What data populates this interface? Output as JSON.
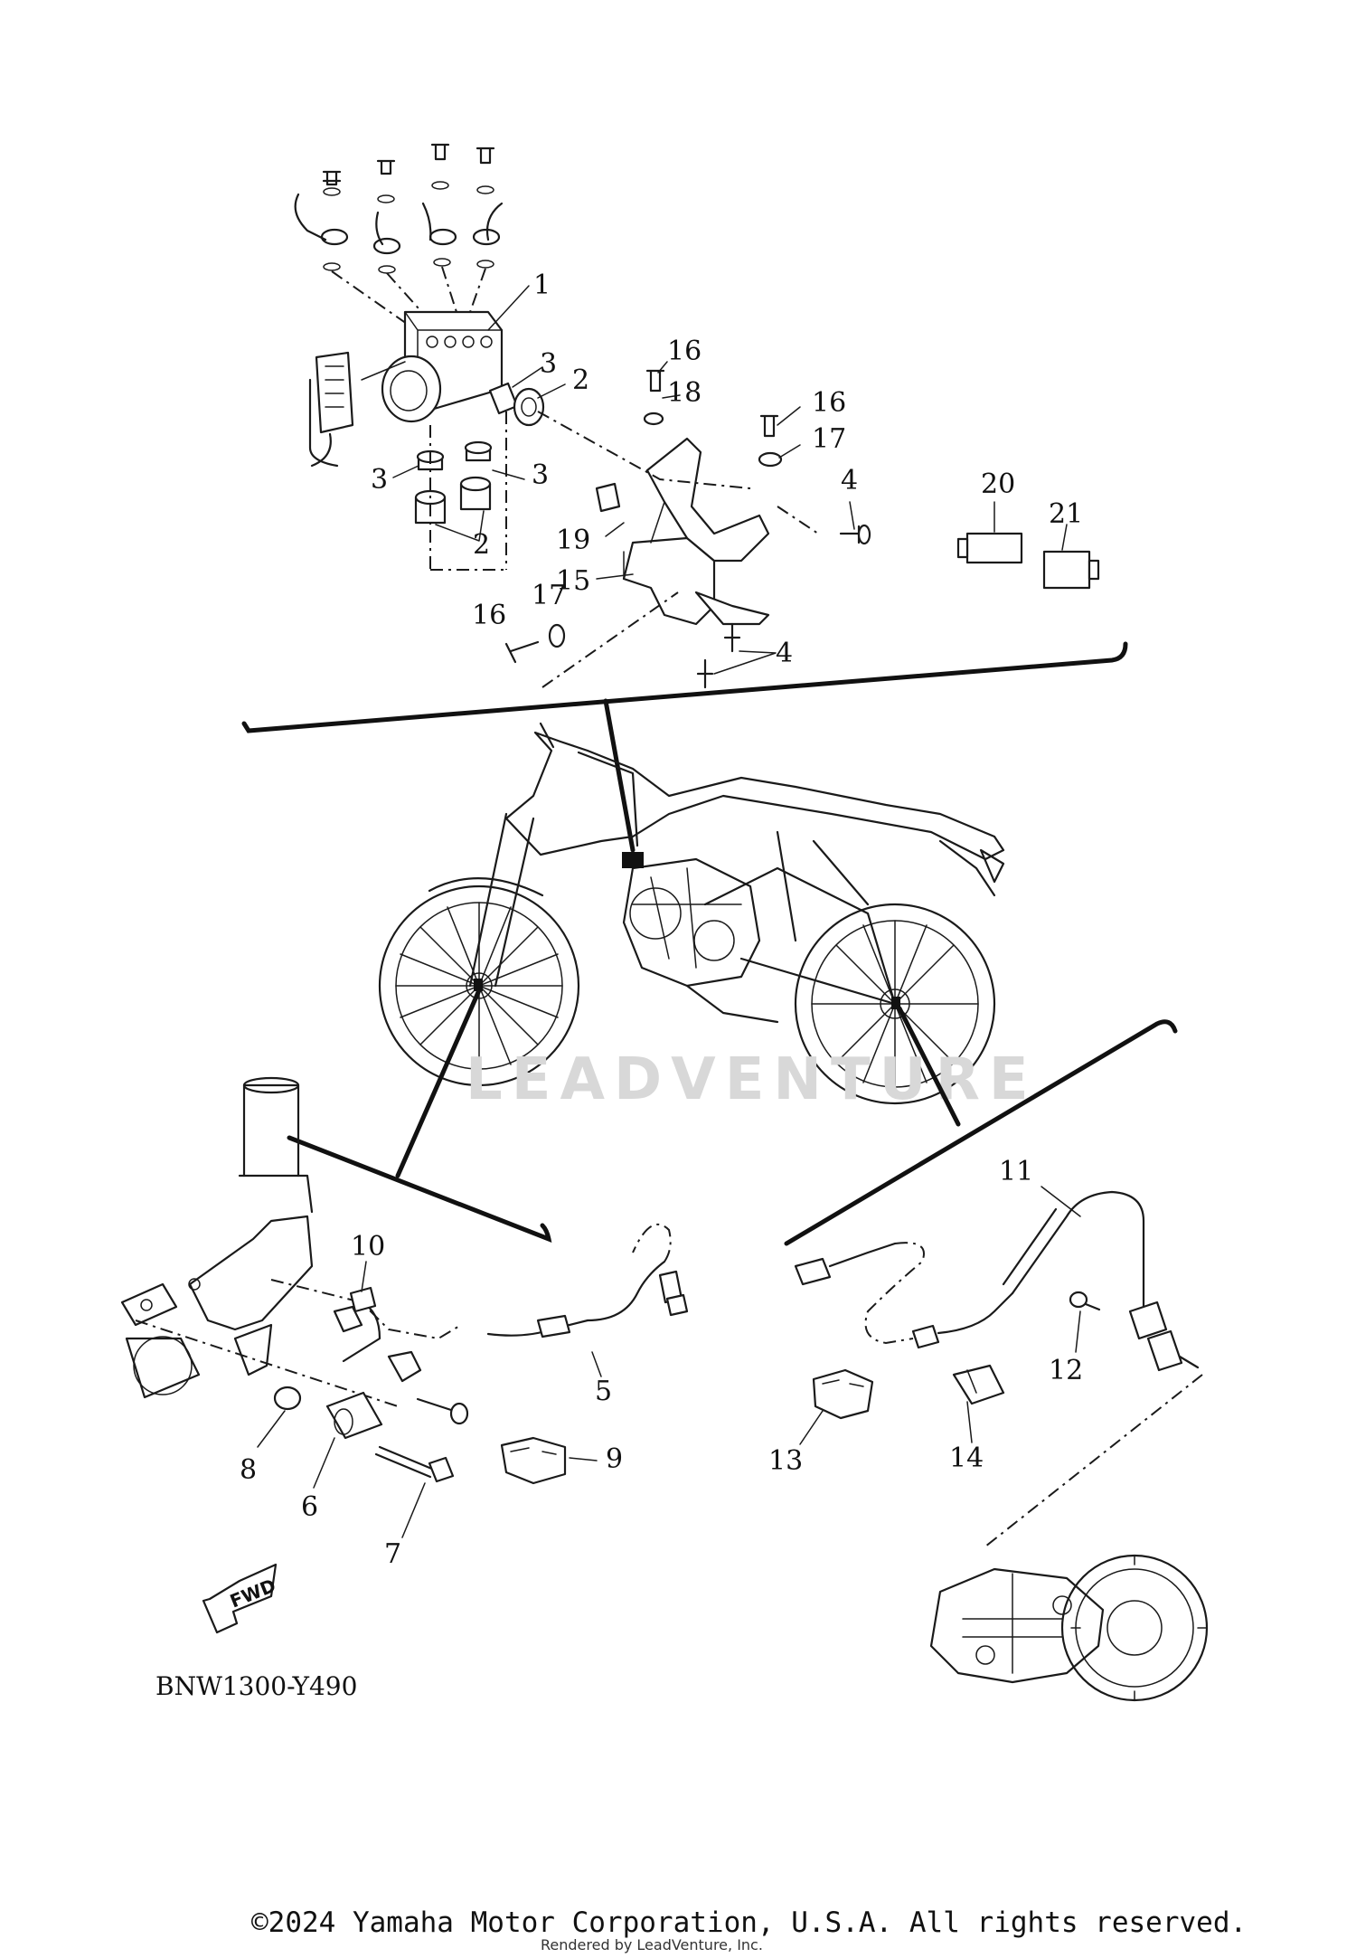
{
  "diagram": {
    "code": "BNW1300-Y490",
    "copyright": "©2024 Yamaha Motor Corporation, U.S.A. All rights reserved.",
    "rendered_by": "Rendered by LeadVenture, Inc.",
    "watermark": "LEADVENTURE",
    "fwd_label": "FWD"
  },
  "callouts": {
    "c1": "1",
    "c2a": "2",
    "c2b": "2",
    "c3a": "3",
    "c3b": "3",
    "c3c": "3",
    "c4a": "4",
    "c4b": "4",
    "c5": "5",
    "c6": "6",
    "c7": "7",
    "c8": "8",
    "c9": "9",
    "c10": "10",
    "c11": "11",
    "c12": "12",
    "c13": "13",
    "c14": "14",
    "c15": "15",
    "c16a": "16",
    "c16b": "16",
    "c16c": "16",
    "c17a": "17",
    "c17b": "17",
    "c18": "18",
    "c19": "19",
    "c20": "20",
    "c21": "21"
  }
}
